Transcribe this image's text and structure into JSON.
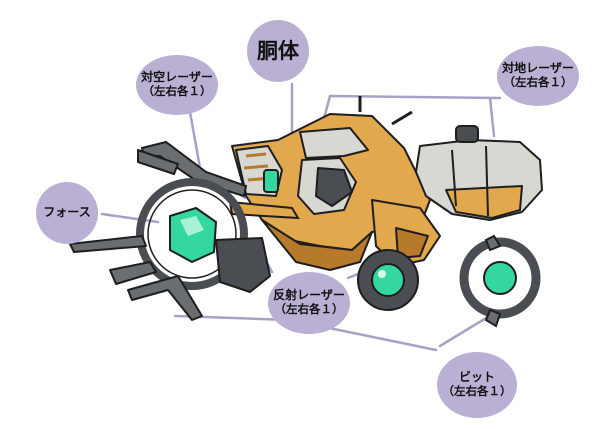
{
  "callouts": {
    "body": {
      "label": "胴体"
    },
    "anti_air_laser": {
      "label": "対空レーザー",
      "sub": "（左右各１）"
    },
    "anti_ground_laser": {
      "label": "対地レーザー",
      "sub": "（左右各１）"
    },
    "force": {
      "label": "フォース"
    },
    "reflect_laser": {
      "label": "反射レーザー",
      "sub": "（左右各１）"
    },
    "bit": {
      "label": "ビット",
      "sub": "（左右各１）"
    }
  },
  "colors": {
    "callout_fill": "#b9b0d3",
    "leader_line": "#a9a0c8",
    "hull_orange": "#e2a84e",
    "hull_shadow": "#b77a2a",
    "panel_gray": "#d8d8d2",
    "dark_metal": "#4a4e52",
    "crystal_green": "#35d7a0",
    "outline": "#1e1e1e"
  }
}
